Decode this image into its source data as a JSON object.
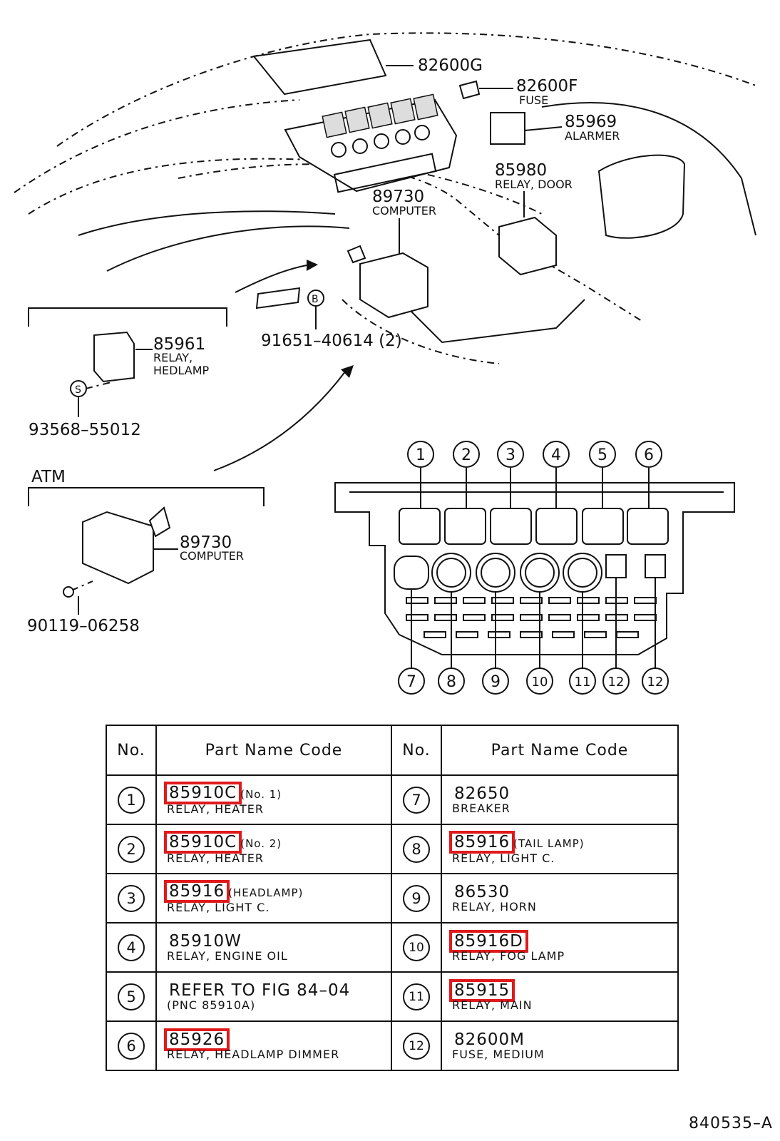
{
  "callouts": {
    "c82600G": {
      "code": "82600G",
      "name": ""
    },
    "c82600F": {
      "code": "82600F",
      "name": "FUSE"
    },
    "c85969": {
      "code": "85969",
      "name": "ALARMER"
    },
    "c85980": {
      "code": "85980",
      "name": "RELAY, DOOR"
    },
    "c89730_top": {
      "code": "89730",
      "name": "COMPUTER"
    },
    "c91651": {
      "code": "91651–40614 (2)",
      "name": ""
    },
    "c85961": {
      "code": "85961",
      "name1": "RELAY,",
      "name2": "HEDLAMP"
    },
    "c93568": {
      "code": "93568–55012",
      "name": ""
    },
    "atm_label": "ATM",
    "c89730_atm": {
      "code": "89730",
      "name": "COMPUTER"
    },
    "c90119": {
      "code": "90119–06258",
      "name": ""
    },
    "bolt_b": "B",
    "bolt_s": "S"
  },
  "fuse_block_numbers": {
    "top": [
      "1",
      "2",
      "3",
      "4",
      "5",
      "6"
    ],
    "bottom": [
      "7",
      "8",
      "9",
      "10",
      "11",
      "12",
      "12"
    ]
  },
  "table": {
    "headers": [
      "No.",
      "Part  Name  Code",
      "No.",
      "Part  Name  Code"
    ],
    "rows": [
      {
        "left": {
          "no": "1",
          "code": "85910C",
          "note": "(No. 1)",
          "name": "RELAY, HEATER",
          "highlight": true
        },
        "right": {
          "no": "7",
          "code": "82650",
          "note": "",
          "name": "BREAKER",
          "highlight": false
        }
      },
      {
        "left": {
          "no": "2",
          "code": "85910C",
          "note": "(No. 2)",
          "name": "RELAY, HEATER",
          "highlight": true
        },
        "right": {
          "no": "8",
          "code": "85916",
          "note": "(TAIL LAMP)",
          "name": "RELAY, LIGHT C.",
          "highlight": true
        }
      },
      {
        "left": {
          "no": "3",
          "code": "85916",
          "note": "(HEADLAMP)",
          "name": "RELAY, LIGHT C.",
          "highlight": true
        },
        "right": {
          "no": "9",
          "code": "86530",
          "note": "",
          "name": "RELAY, HORN",
          "highlight": false
        }
      },
      {
        "left": {
          "no": "4",
          "code": "85910W",
          "note": "",
          "name": "RELAY, ENGINE OIL",
          "highlight": false
        },
        "right": {
          "no": "10",
          "code": "85916D",
          "note": "",
          "name": "RELAY, FOG LAMP",
          "highlight": true
        }
      },
      {
        "left": {
          "no": "5",
          "code": "REFER  TO  FIG  84–04",
          "note": "",
          "name": "(PNC  85910A)",
          "highlight": false
        },
        "right": {
          "no": "11",
          "code": "85915",
          "note": "",
          "name": "RELAY, MAIN",
          "highlight": true
        }
      },
      {
        "left": {
          "no": "6",
          "code": "85926",
          "note": "",
          "name": "RELAY, HEADLAMP DIMMER",
          "highlight": true
        },
        "right": {
          "no": "12",
          "code": "82600M",
          "note": "",
          "name": "FUSE, MEDIUM",
          "highlight": false
        }
      }
    ]
  },
  "figure_number": "840535–A",
  "highlight_color": "#e0191b"
}
